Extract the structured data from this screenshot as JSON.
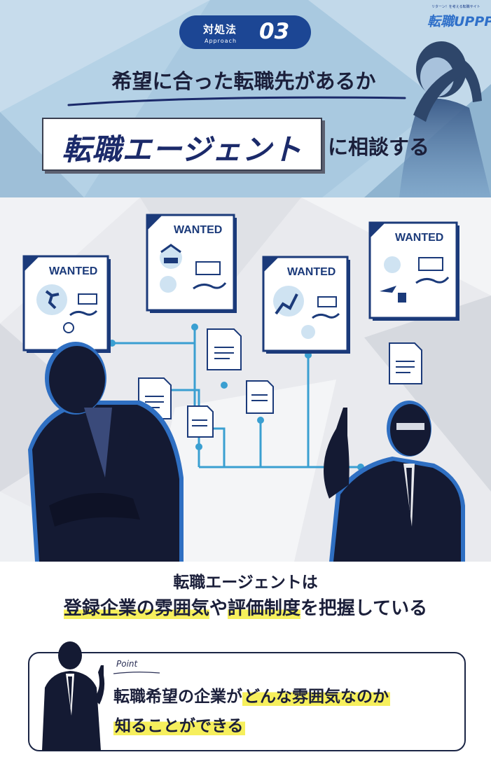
{
  "header": {
    "badge_label": "対処法",
    "badge_sub": "Approach",
    "badge_number": "03",
    "logo_tagline": "リターン！を考える転職サイト",
    "logo_text": "転職UPPP",
    "line1": "希望に合った転職先があるか",
    "keyword": "転職エージェント",
    "line2": "に相談する"
  },
  "illustration": {
    "poster_label": "WANTED"
  },
  "caption": {
    "line1": "転職エージェントは",
    "hl1": "登録企業の雰囲気",
    "mid": "や",
    "hl2": "評価制度",
    "end": "を把握している"
  },
  "point": {
    "label": "Point",
    "line1_plain": "転職希望の企業が",
    "line1_hl": "どんな雰囲気なのか",
    "line2_hl": "知ることができる"
  },
  "colors": {
    "navy": "#1c2348",
    "blue": "#1c4694",
    "accent": "#2f70c9",
    "highlight": "#f6ef5c",
    "header_bg": "#b5d2e6"
  }
}
